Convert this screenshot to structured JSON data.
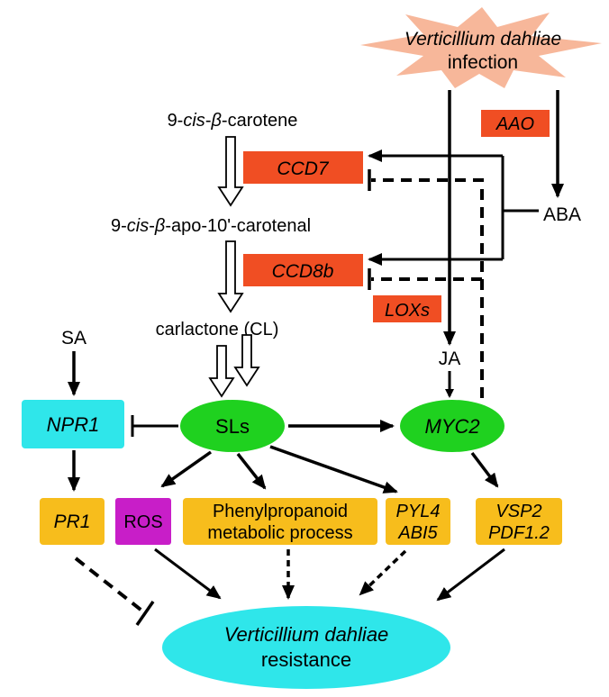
{
  "infection": {
    "line1": "Verticillium dahliae",
    "line2": "infection"
  },
  "carotene": {
    "prefix": "9-",
    "cis": "cis",
    "dash1": "-",
    "beta": "β",
    "suffix": "-carotene"
  },
  "apocarotenal": {
    "prefix": "9-",
    "cis": "cis",
    "dash1": "-",
    "beta": "β",
    "suffix": "-apo-10'-carotenal"
  },
  "carlactone": "carlactone (CL)",
  "genes": {
    "ccd7": "CCD7",
    "ccd8b": "CCD8b",
    "aao": "AAO",
    "loxs": "LOXs",
    "npr1": "NPR1",
    "pr1": "PR1",
    "pyl4": "PYL4",
    "abi5": "ABI5",
    "vsp2": "VSP2",
    "pdf12": "PDF1.2"
  },
  "hormones": {
    "aba": "ABA",
    "ja": "JA",
    "sa": "SA",
    "sls": "SLs",
    "myc2": "MYC2"
  },
  "ros": "ROS",
  "phenyl": {
    "line1": "Phenylpropanoid",
    "line2": "metabolic process"
  },
  "resistance": {
    "line1": "Verticillium dahliae",
    "line2": "resistance"
  },
  "colors": {
    "orange_red": "#f04e23",
    "star": "#f7b79a",
    "cyan": "#2fe6ea",
    "green": "#1fd11f",
    "yellow": "#f7bd1c",
    "magenta": "#c81ec8",
    "black": "#000000"
  }
}
